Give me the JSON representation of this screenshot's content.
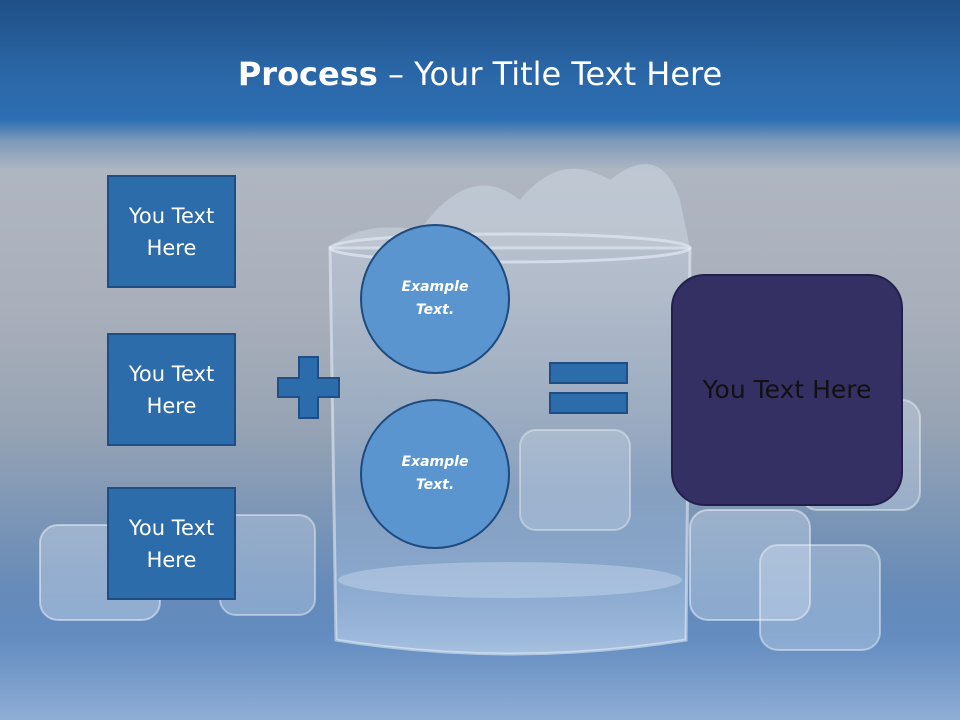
{
  "title": {
    "bold": "Process",
    "rest": " – Your Title Text Here"
  },
  "boxes": [
    {
      "label": "You Text Here"
    },
    {
      "label": "You Text Here"
    },
    {
      "label": "You Text Here"
    }
  ],
  "circles": [
    {
      "label": "Example Text."
    },
    {
      "label": "Example Text."
    }
  ],
  "result": {
    "label": "You Text Here"
  },
  "colors": {
    "header": "#2a66a6",
    "box_fill": "#2d6cab",
    "circle_fill": "#5b95cf",
    "operator": "#2d6cab",
    "result_fill": "#343063"
  },
  "icons": [
    "plus-icon",
    "equals-icon"
  ]
}
